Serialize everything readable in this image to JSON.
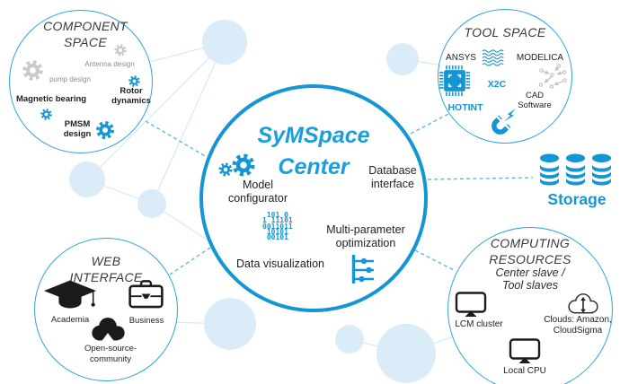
{
  "colors": {
    "blue": "#1496d4",
    "blue_title": "#189fdf",
    "circle_stroke": "#2da4dc",
    "light_circle": "#d9ecf8",
    "network_line": "#cfe7f5",
    "dash_line": "#5ab9e6",
    "gray_icon": "#c9c9c9",
    "gray_text": "#8e8e8e",
    "dark_text": "#1f1f1f",
    "title_text": "#3a3a3a"
  },
  "hub": {
    "title": "SyMSpace\nCenter",
    "features": [
      {
        "label": "Model\nconfigurator",
        "icon": "gears-icon"
      },
      {
        "label": "Database\ninterface",
        "icon": "none"
      },
      {
        "label": "Data visualization",
        "icon": "binary-code"
      },
      {
        "label": "Multi-parameter\noptimization",
        "icon": "sliders-icon"
      }
    ],
    "binary_code": " 101 0\n1 11101\n0011011\n 10101\n 00101"
  },
  "component_space": {
    "title": "COMPONENT\nSPACE",
    "items": [
      {
        "label": "Antenna design",
        "icon": "gear-icon",
        "muted": true
      },
      {
        "label": "pump design",
        "icon": "gear-icon",
        "muted": true
      },
      {
        "label": "Rotor\ndynamics",
        "icon": "gear-icon",
        "muted": false
      },
      {
        "label": "Magnetic bearing",
        "icon": "gear-icon",
        "muted": false
      },
      {
        "label": "PMSM\ndesign",
        "icon": "gear-icon",
        "muted": false
      }
    ]
  },
  "tool_space": {
    "title": "TOOL SPACE",
    "items": [
      {
        "label": "ANSYS",
        "icon": "waves-icon"
      },
      {
        "label": "MODELICA",
        "icon": "network-nodes-icon"
      },
      {
        "label": "X2C",
        "icon": "chip-icon",
        "highlight": true
      },
      {
        "label": "HOTINT",
        "icon": "magnet-icon",
        "highlight": true
      },
      {
        "label": "CAD\nSoftware",
        "icon": "none"
      }
    ]
  },
  "web_interface": {
    "title": "WEB\nINTERFACE",
    "items": [
      {
        "label": "Academia",
        "icon": "graduation-cap-icon"
      },
      {
        "label": "Business",
        "icon": "briefcase-icon"
      },
      {
        "label": "Open-source-\ncommunity",
        "icon": "cloud-icon"
      }
    ]
  },
  "computing_resources": {
    "title": "COMPUTING\nRESOURCES",
    "subtitle": "Center slave /\nTool slaves",
    "items": [
      {
        "label": "LCM cluster",
        "icon": "monitor-icon"
      },
      {
        "label": "Clouds: Amazon,\nCloudSigma",
        "icon": "cloud-sync-icon"
      },
      {
        "label": "Local CPU",
        "icon": "monitor-icon"
      }
    ]
  },
  "storage": {
    "label": "Storage",
    "icon": "database-icon"
  }
}
